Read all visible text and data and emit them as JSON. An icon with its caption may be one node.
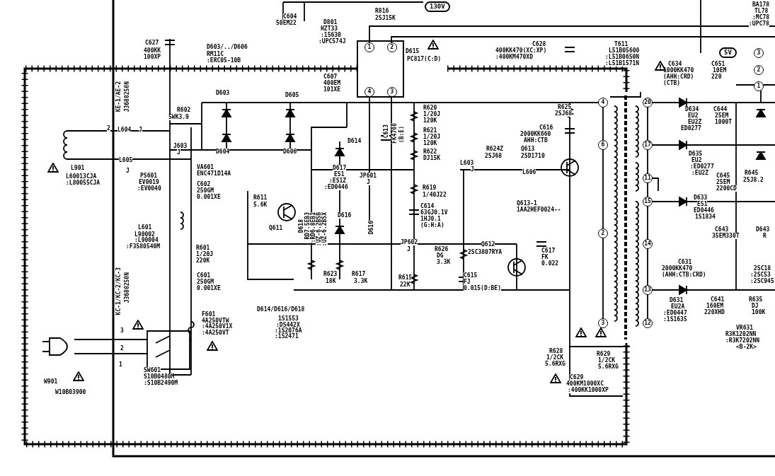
{
  "diagram": {
    "labels": [
      "BA178",
      "TL78",
      ":MC78",
      ":UPC78",
      "130V",
      "C604",
      "R816",
      "2SJ15K",
      "50EM22",
      "C627",
      "400KK",
      "100XP",
      "D603/../D606",
      "RM11C",
      ":ERC05-10B",
      "D801",
      "HZT33",
      ":15630",
      ":UPC574J",
      "C628",
      "400KK470(XC:XP)",
      ":400KM470XD",
      "T611",
      "L51B05600",
      ":L51B06S0N",
      ":L51B1571N",
      "1",
      "2",
      "D615",
      "PC817(C:D)",
      "C607",
      "400EM",
      "101XE",
      "4",
      "3",
      "5V",
      "3",
      "2",
      "1",
      "C634",
      "1000KK470",
      "(AHH:CRD)",
      "(CTB)",
      "C651",
      "10EM",
      "220",
      "D603",
      "D605",
      "R602",
      "5WK3.9",
      "R620",
      "1/20J",
      "120K",
      "4",
      "20",
      "6",
      "17",
      "11",
      "15",
      "2",
      "14",
      "13",
      "3",
      "12",
      "R625",
      "2SJ68",
      "D634",
      "EU2",
      "EU2Z",
      "ED0277",
      "C644",
      "25EM",
      "1000T",
      "C616",
      "2000KK660",
      "AHH:CTB",
      "R621",
      "1/20J",
      "120K",
      "D614",
      "C613",
      "FK4700",
      "(B:E)",
      "KE-1/AE-2",
      "J3680250N",
      "2",
      "L604",
      "J",
      "R622",
      "DJ15K",
      "R624Z",
      "2SJ68",
      "Q613",
      "2SD1710",
      "J603",
      "J",
      "D604",
      "D606",
      "D635",
      "EU2",
      ":ED0277",
      ":EU2Z",
      "L603",
      "J",
      "L606",
      "L605",
      "J",
      "L901",
      "L60013CJA",
      ":L80055CJA",
      "D617",
      "ES1",
      ":ES1Z",
      ":ED0446",
      "VA601",
      "ENC471D14A",
      "PS601",
      "EV0019",
      ":EV0040",
      "C645",
      "25EM",
      "2200CD",
      "R645",
      "2SJ8.2",
      "JP601",
      "J",
      "C602",
      "250GM",
      "0.001XE",
      "R619",
      "1/40J22",
      "R611",
      "5.6K",
      "D633",
      "ES1",
      "ED0446",
      "1S1834",
      "Q613-1",
      "1AA2HEF0024--",
      "C614",
      "63GJ0.1V",
      "1HJ0.1",
      "(G:H:A)",
      "D616",
      "D618",
      "RD7.5EB3",
      ":RD6.8EB1",
      ":UZ-6.2BSB",
      ":UZ-6.2BSX",
      "D616",
      "C617",
      "FK",
      "0.022",
      "Q611",
      "Q612",
      "2SC3807RYA",
      "R626",
      "DG",
      "3.3K",
      "JP602",
      "J",
      "L601",
      "L90002",
      ":L90004",
      ":F3580540M",
      "R601",
      "1/20J",
      "220K",
      "C643",
      "35EM330T",
      "D643",
      "R",
      "C631",
      "2000KK470",
      "(AHH:CTB:CRD)",
      "2SC18",
      ":2SC53",
      ":2SC945",
      "KC-1/KC-2/KC-3",
      "J3680250N",
      "R623",
      "18K",
      "R617",
      "3.3K",
      "R615",
      "22K",
      "C615",
      "FJ",
      "0.015(D:BE)",
      "C601",
      "250GM",
      "0.001XE",
      "D631",
      "EU2A",
      ":ED0447",
      ":1S1635",
      "C641",
      "160EM",
      "220XHD",
      "R635",
      "DJ",
      "100K",
      "D614/D616/D618",
      "1S1553",
      ":DS442X",
      ":1S2076A",
      ":1S2471",
      "F601",
      "4A250VTW",
      ":4A250V1X",
      ":4A250VT",
      "VR631",
      "R3K1202NN",
      ":R3K7202NN",
      "<B-2K>",
      "3",
      "2",
      "1",
      "R628",
      "1/2CK",
      "5.6RXG",
      "R629",
      "1/2CK",
      "5.6RXG",
      "SW601",
      "S10B0480M",
      ":S10B2490M",
      "C629",
      "400KM1000XC",
      ":400KK1000XP",
      "W901",
      "W10B03900"
    ]
  }
}
